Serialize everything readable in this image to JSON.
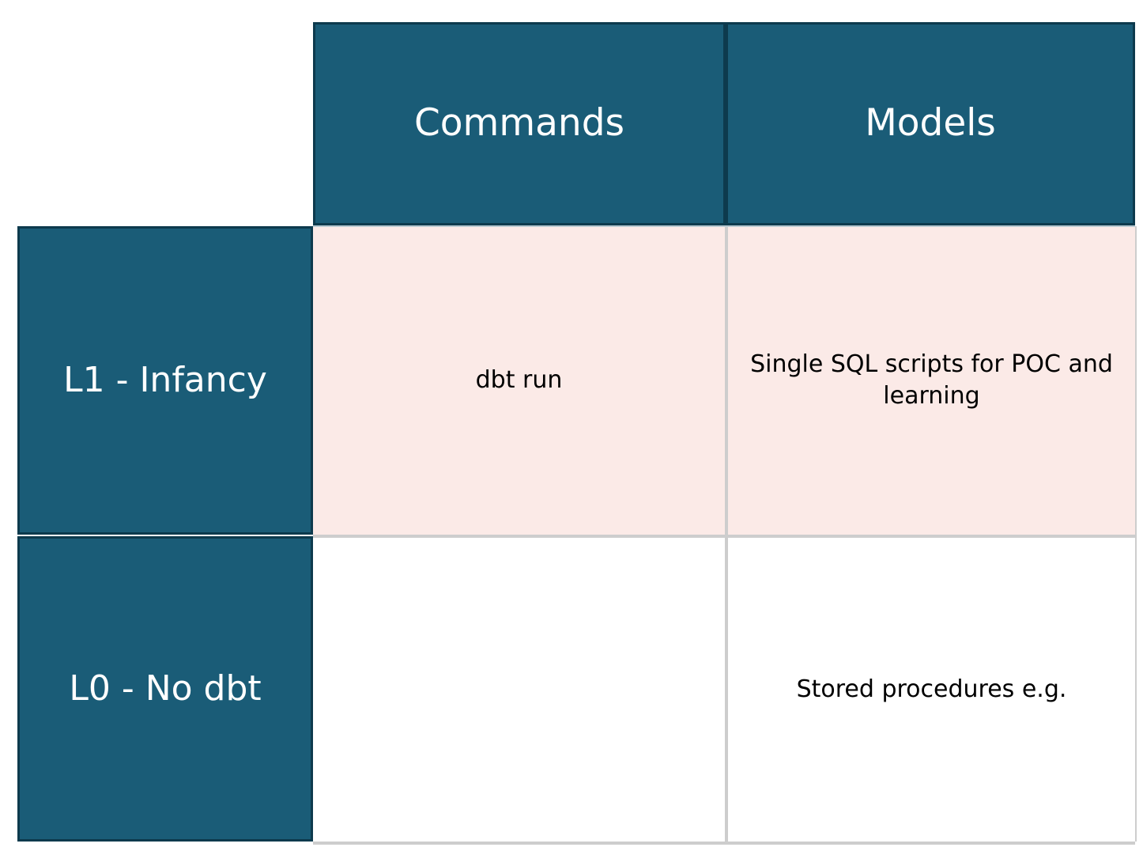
{
  "matrix": {
    "corner_label": "",
    "column_headers": [
      {
        "id": "commands",
        "label": "Commands"
      },
      {
        "id": "models",
        "label": "Models"
      }
    ],
    "rows": [
      {
        "id": "l1-infancy",
        "header": "L1 - Infancy",
        "cells": [
          {
            "column": "commands",
            "text": "dbt run"
          },
          {
            "column": "models",
            "text": "Single SQL scripts for POC and learning"
          }
        ]
      },
      {
        "id": "l0-no-dbt",
        "header": "L0 - No dbt",
        "cells": [
          {
            "column": "commands",
            "text": ""
          },
          {
            "column": "models",
            "text": "Stored procedures e.g."
          }
        ]
      }
    ]
  },
  "colors": {
    "header_teal": "#1a5c77",
    "header_border": "#0d3a4d",
    "row_highlight_pink": "#fbeae7",
    "row_plain_white": "#ffffff",
    "grid_line": "#cdcdcd",
    "header_text": "#ffffff",
    "body_text": "#000000"
  }
}
